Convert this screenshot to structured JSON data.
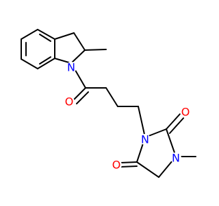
{
  "molecule": {
    "atoms": [
      {
        "symbol": "N",
        "color": "#0000ff"
      },
      {
        "symbol": "O",
        "color": "#ff0000"
      },
      {
        "symbol": "N",
        "color": "#0000ff"
      },
      {
        "symbol": "O",
        "color": "#ff0000"
      },
      {
        "symbol": "O",
        "color": "#ff0000"
      },
      {
        "symbol": "N",
        "color": "#0000ff"
      }
    ],
    "bond_color": "#000000"
  }
}
